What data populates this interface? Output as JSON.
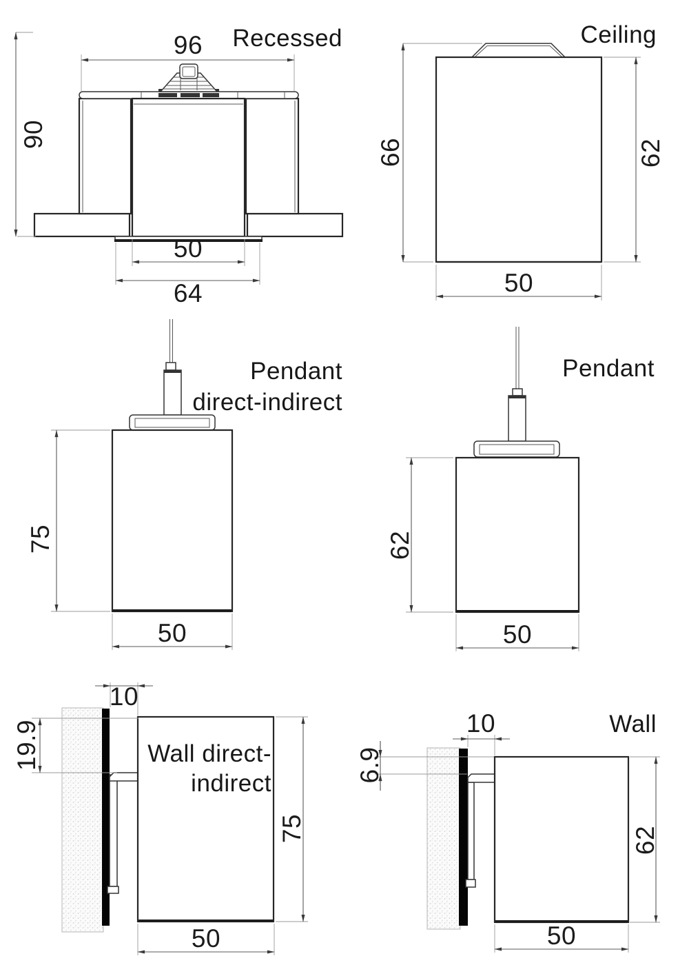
{
  "drawing": {
    "type": "luminaire mounting dimension drawing",
    "units_shown": "none (implied mm)"
  },
  "colors": {
    "background": "#ffffff",
    "outline": "#262626",
    "dimension_line": "#5a5a5a",
    "extension_line": "#9a9a9a",
    "text": "#1b1b1b",
    "wall_plate": "#000000",
    "wall_fill": "#fbfbfb"
  },
  "diagrams": {
    "recessed": {
      "title": "Recessed",
      "dim_width_top": "96",
      "dim_height": "90",
      "dim_width_body": "50",
      "dim_width_trim": "64"
    },
    "ceiling": {
      "title": "Ceiling",
      "dim_height_total": "66",
      "dim_height_body": "62",
      "dim_width": "50"
    },
    "pendant_direct_indirect": {
      "title_line1": "Pendant",
      "title_line2": "direct-indirect",
      "dim_height": "75",
      "dim_width": "50"
    },
    "pendant": {
      "title": "Pendant",
      "dim_height": "62",
      "dim_width": "50"
    },
    "wall_direct_indirect": {
      "title_line1": "Wall direct-",
      "title_line2": "indirect",
      "dim_wall_offset": "10",
      "dim_top_offset": "19.9",
      "dim_height": "75",
      "dim_width": "50"
    },
    "wall": {
      "title": "Wall",
      "dim_wall_offset": "10",
      "dim_top_offset": "6.9",
      "dim_height": "62",
      "dim_width": "50"
    }
  }
}
